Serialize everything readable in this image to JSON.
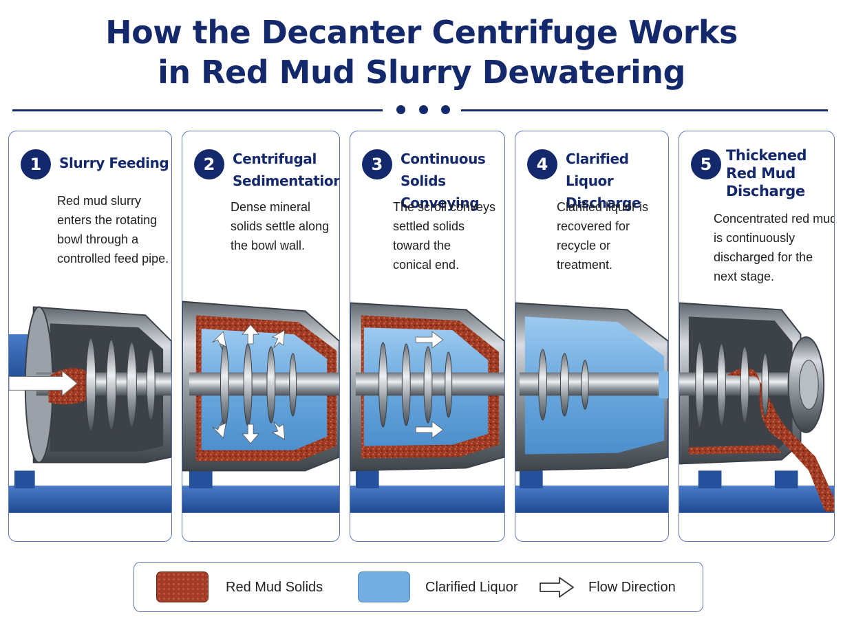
{
  "title": {
    "line1": "How the Decanter Centrifuge Works",
    "line2": "in Red Mud Slurry Dewatering"
  },
  "steps": [
    {
      "number": "1",
      "title": [
        "Slurry Feeding"
      ],
      "description": [
        "Red mud slurry",
        "enters the rotating",
        "bowl through a",
        "controlled feed pipe."
      ]
    },
    {
      "number": "2",
      "title": [
        "Centrifugal",
        "Sedimentation"
      ],
      "description": [
        "Dense mineral",
        "solids settle along",
        "the bowl wall."
      ]
    },
    {
      "number": "3",
      "title": [
        "Continuous",
        "Solids Conveying"
      ],
      "description": [
        "The scroll conveys",
        "settled solids",
        "toward the",
        "conical end."
      ]
    },
    {
      "number": "4",
      "title": [
        "Clarified Liquor",
        "Discharge"
      ],
      "description": [
        "Clarified liquor is",
        "recovered for",
        "recycle or",
        "treatment."
      ]
    },
    {
      "number": "5",
      "title": [
        "Thickened",
        "Red Mud",
        "Discharge"
      ],
      "description": [
        "Concentrated red mud",
        "is continuously",
        "discharged for the",
        "next stage."
      ]
    }
  ],
  "legend": {
    "red_mud": "Red Mud Solids",
    "liquor": "Clarified Liquor",
    "flow": "Flow Direction"
  },
  "colors": {
    "brand_navy": "#14296b",
    "panel_border": "#5b78b8",
    "red_mud": "#a33c26",
    "liquor": "#74aee0",
    "steel": "#8d949c",
    "base_blue": "#2c5aa8"
  }
}
